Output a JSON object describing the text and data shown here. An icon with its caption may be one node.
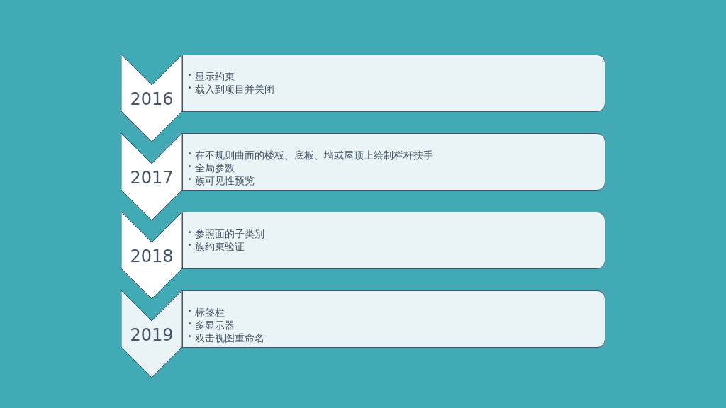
{
  "diagram": {
    "nodes": [
      {
        "text": [
          "2016"
        ]
      },
      {
        "text": [
          "显示约束",
          "载入到项目并关闭"
        ]
      },
      {
        "text": [
          "2017"
        ]
      },
      {
        "text": [
          "在不规则曲面的楼板、底板、墙或屋顶上绘制栏杆扶手",
          "全局参数",
          "族可见性预览"
        ]
      },
      {
        "text": [
          "2018"
        ]
      },
      {
        "text": [
          "参照面的子类别",
          "族约束验证"
        ]
      },
      {
        "text": [
          "2019"
        ]
      },
      {
        "text": [
          "标签栏",
          "多显示器",
          "双击视图重命名"
        ]
      }
    ]
  }
}
